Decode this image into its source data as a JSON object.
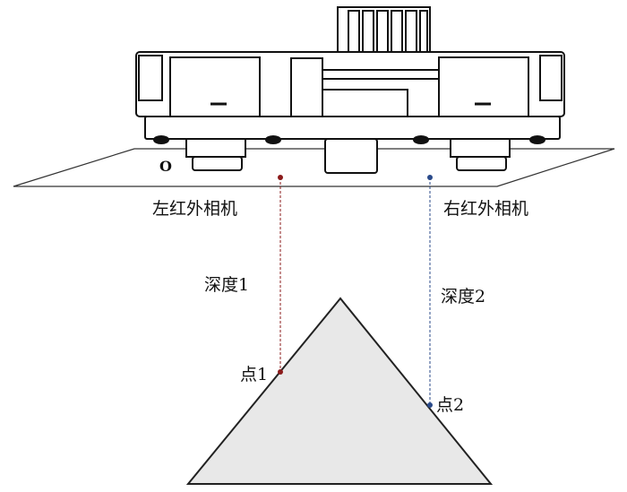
{
  "labels": {
    "origin": "O",
    "left_camera": "左红外相机",
    "right_camera": "右红外相机",
    "depth1": "深度1",
    "depth2": "深度2",
    "point1": "点1",
    "point2": "点2"
  },
  "colors": {
    "left_ray": "#8b1a1a",
    "right_ray": "#2a4a8a",
    "object_fill": "#e8e8e8",
    "outline": "#111111"
  }
}
